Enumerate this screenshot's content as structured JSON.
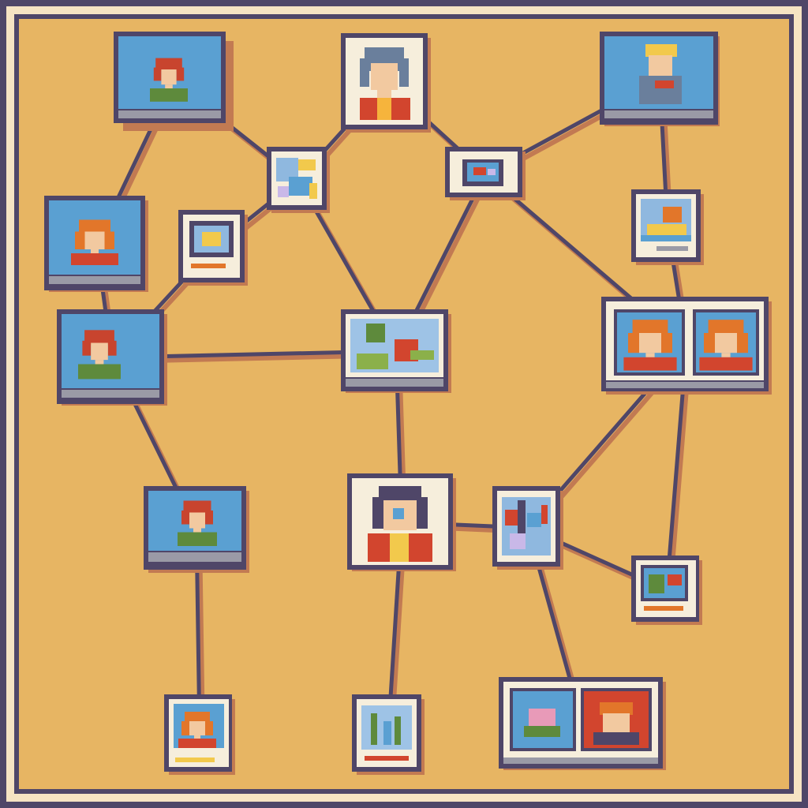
{
  "palette": {
    "background": "#e7b563",
    "frame_outer": "#4f4668",
    "frame_inner": "#f6e3c3",
    "line": "#4f4668",
    "line_shadow": "#c27a52",
    "card_outline": "#4f4668",
    "card_paper": "#f6eedc",
    "sky_blue": "#5aa0d2",
    "bar_gray": "#9a9aa6",
    "hair_red": "#c8442e",
    "hair_orange": "#e2762a",
    "skin": "#f2c9a0",
    "shirt_green": "#5e8a3c",
    "shirt_red": "#d2452e"
  },
  "nodes": [
    {
      "id": "portrait-top-left",
      "kind": "portrait-monitor",
      "icon": "person-avatar-icon"
    },
    {
      "id": "portrait-top-center",
      "kind": "portrait-card",
      "icon": "person-avatar-icon"
    },
    {
      "id": "portrait-top-right",
      "kind": "portrait-monitor",
      "icon": "person-avatar-icon"
    },
    {
      "id": "art-tile-upper-left",
      "kind": "image-tile",
      "icon": "abstract-image-icon"
    },
    {
      "id": "photo-card-upper-center",
      "kind": "image-tile",
      "icon": "photo-icon"
    },
    {
      "id": "photo-card-right",
      "kind": "image-card",
      "icon": "landscape-photo-icon"
    },
    {
      "id": "portrait-left",
      "kind": "portrait-monitor",
      "icon": "person-avatar-icon"
    },
    {
      "id": "photo-card-small-left",
      "kind": "image-card",
      "icon": "photo-icon"
    },
    {
      "id": "portrait-mid-left",
      "kind": "portrait-monitor",
      "icon": "person-avatar-icon"
    },
    {
      "id": "landscape-center",
      "kind": "image-monitor",
      "icon": "landscape-photo-icon"
    },
    {
      "id": "dual-portrait-right",
      "kind": "dual-monitor",
      "icon": "group-avatar-icon"
    },
    {
      "id": "portrait-lower-left",
      "kind": "portrait-monitor",
      "icon": "person-avatar-icon"
    },
    {
      "id": "portrait-center-card",
      "kind": "portrait-card",
      "icon": "person-avatar-icon"
    },
    {
      "id": "art-tile-lower-center",
      "kind": "image-tile",
      "icon": "abstract-image-icon"
    },
    {
      "id": "photo-card-lower-right",
      "kind": "image-card",
      "icon": "photo-icon"
    },
    {
      "id": "photo-card-bottom-left",
      "kind": "image-card",
      "icon": "person-avatar-icon"
    },
    {
      "id": "photo-card-bottom-center",
      "kind": "image-card",
      "icon": "landscape-photo-icon"
    },
    {
      "id": "dual-monitor-bottom-right",
      "kind": "dual-monitor",
      "icon": "group-avatar-icon"
    }
  ],
  "edges": [
    [
      "portrait-top-left",
      "art-tile-upper-left"
    ],
    [
      "portrait-top-left",
      "portrait-left"
    ],
    [
      "portrait-top-center",
      "art-tile-upper-left"
    ],
    [
      "portrait-top-center",
      "photo-card-upper-center"
    ],
    [
      "photo-card-upper-center",
      "portrait-top-right"
    ],
    [
      "portrait-top-right",
      "photo-card-right"
    ],
    [
      "photo-card-right",
      "dual-portrait-right"
    ],
    [
      "art-tile-upper-left",
      "photo-card-small-left"
    ],
    [
      "art-tile-upper-left",
      "landscape-center"
    ],
    [
      "photo-card-upper-center",
      "landscape-center"
    ],
    [
      "photo-card-upper-center",
      "dual-portrait-right"
    ],
    [
      "photo-card-small-left",
      "portrait-mid-left"
    ],
    [
      "portrait-left",
      "portrait-mid-left"
    ],
    [
      "portrait-mid-left",
      "landscape-center"
    ],
    [
      "portrait-mid-left",
      "portrait-lower-left"
    ],
    [
      "landscape-center",
      "portrait-center-card"
    ],
    [
      "portrait-center-card",
      "art-tile-lower-center"
    ],
    [
      "art-tile-lower-center",
      "dual-portrait-right"
    ],
    [
      "dual-portrait-right",
      "photo-card-lower-right"
    ],
    [
      "art-tile-lower-center",
      "photo-card-lower-right"
    ],
    [
      "art-tile-lower-center",
      "dual-monitor-bottom-right"
    ],
    [
      "portrait-lower-left",
      "photo-card-bottom-left"
    ],
    [
      "portrait-center-card",
      "photo-card-bottom-center"
    ]
  ]
}
